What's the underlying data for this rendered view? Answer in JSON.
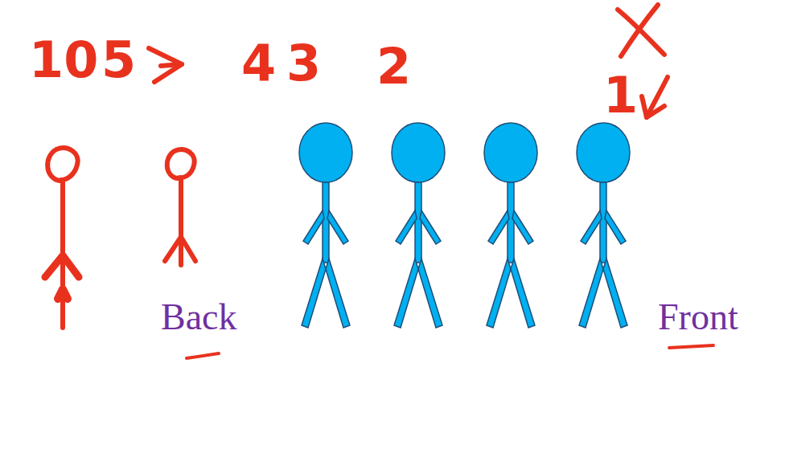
{
  "diagram": {
    "labels": [
      "10",
      "5",
      "4",
      "3",
      "2",
      "1",
      "Back",
      "Front"
    ]
  }
}
